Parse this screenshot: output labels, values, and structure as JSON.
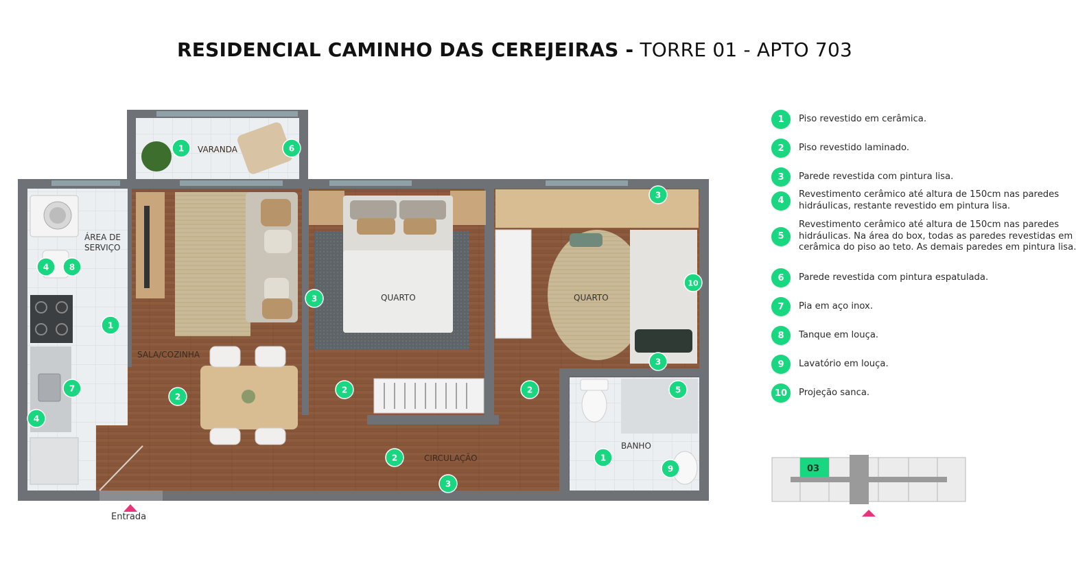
{
  "header": {
    "title_bold": "RESIDENCIAL CAMINHO DAS CEREJEIRAS -",
    "title_light": "TORRE 01 - APTO 703"
  },
  "rooms": {
    "varanda": "VARANDA",
    "area_servico_1": "ÁREA DE",
    "area_servico_2": "SERVIÇO",
    "sala_cozinha": "SALA/COZINHA",
    "quarto_1": "QUARTO",
    "quarto_2": "QUARTO",
    "circulacao": "CIRCULAÇÃO",
    "banho": "BANHO"
  },
  "entrance": {
    "label": "Entrada"
  },
  "legend": [
    {
      "num": "1",
      "lines": [
        "Piso revestido em cerâmica."
      ]
    },
    {
      "num": "2",
      "lines": [
        "Piso revestido laminado."
      ]
    },
    {
      "num": "3",
      "lines": [
        "Parede revestida com pintura lisa."
      ]
    },
    {
      "num": "4",
      "lines": [
        "Revestimento cerâmico até altura de 150cm nas paredes",
        "hidráulicas, restante revestido em pintura lisa."
      ]
    },
    {
      "num": "5",
      "lines": [
        "Revestimento cerâmico até altura de 150cm nas paredes",
        "hidráulicas. Na área do box, todas as paredes revestidas em",
        "cerâmica do piso ao teto. As demais paredes em pintura lisa."
      ]
    },
    {
      "num": "6",
      "lines": [
        "Parede revestida com pintura espatulada."
      ]
    },
    {
      "num": "7",
      "lines": [
        "Pia em aço inox."
      ]
    },
    {
      "num": "8",
      "lines": [
        "Tanque em louça."
      ]
    },
    {
      "num": "9",
      "lines": [
        "Lavatório em louça."
      ]
    },
    {
      "num": "10",
      "lines": [
        "Projeção sanca."
      ]
    }
  ],
  "plan_badges": [
    "1",
    "6",
    "4",
    "8",
    "1",
    "7",
    "4",
    "2",
    "3",
    "2",
    "3",
    "2",
    "3",
    "10",
    "5",
    "1",
    "9",
    "2",
    "3"
  ],
  "minimap": {
    "unit_label": "03"
  },
  "colors": {
    "accent_green": "#19d680",
    "entrance_marker": "#e8357a",
    "wall": "#6e7276",
    "laminate": "#8a5a3c",
    "ceramic": "#e9ecee"
  }
}
